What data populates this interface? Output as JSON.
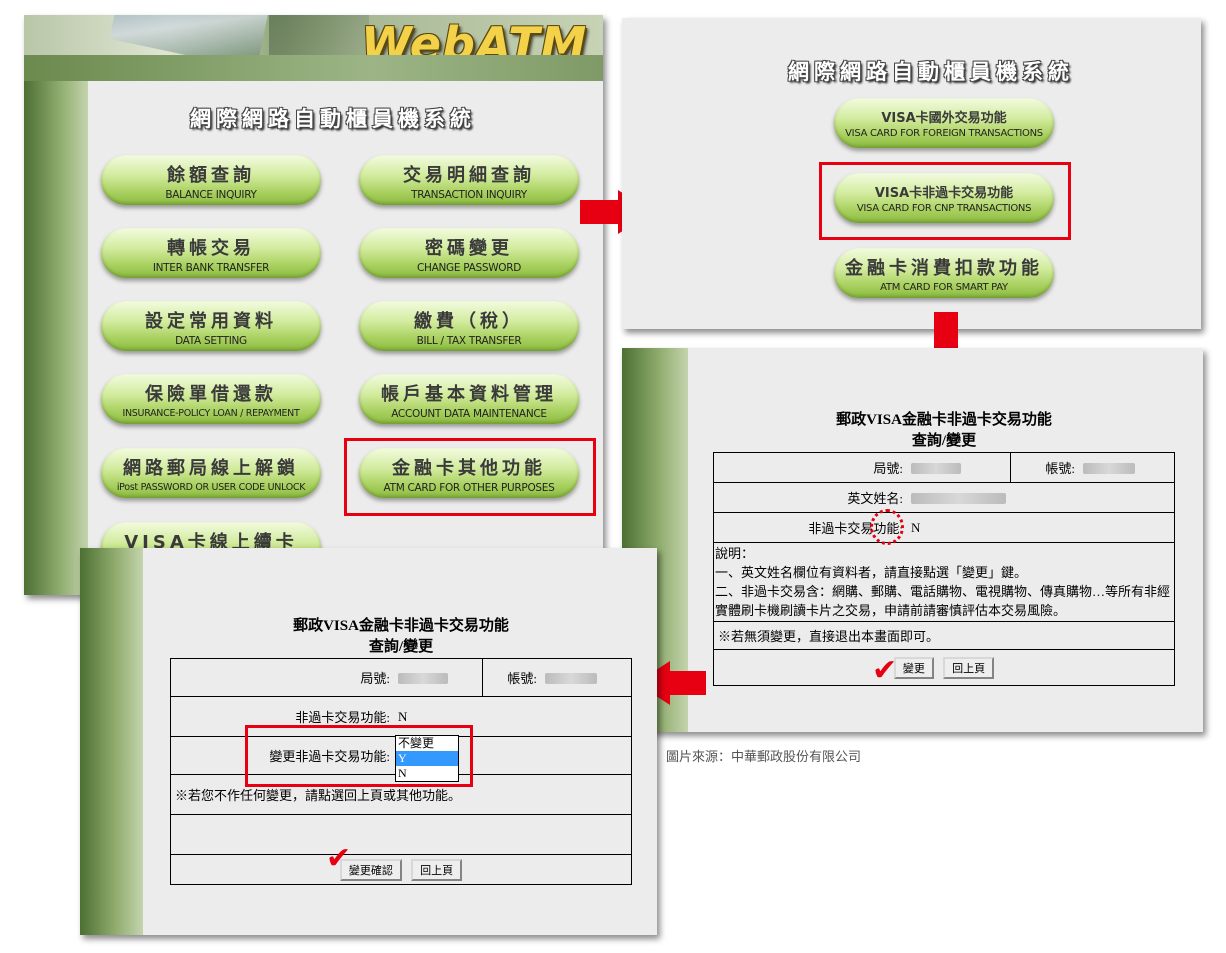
{
  "panel1": {
    "brand": "WebATM",
    "system_title": "網際網路自動櫃員機系統",
    "buttons": [
      {
        "zh": "餘額查詢",
        "en": "BALANCE INQUIRY"
      },
      {
        "zh": "交易明細查詢",
        "en": "TRANSACTION INQUIRY"
      },
      {
        "zh": "轉帳交易",
        "en": "INTER BANK TRANSFER"
      },
      {
        "zh": "密碼變更",
        "en": "CHANGE PASSWORD"
      },
      {
        "zh": "設定常用資料",
        "en": "DATA SETTING"
      },
      {
        "zh": "繳費（稅）",
        "en": "BILL / TAX TRANSFER"
      },
      {
        "zh": "保險單借還款",
        "en": "INSURANCE-POLICY LOAN / REPAYMENT"
      },
      {
        "zh": "帳戶基本資料管理",
        "en": "ACCOUNT DATA MAINTENANCE"
      },
      {
        "zh": "網路郵局線上解鎖",
        "en": "iPost PASSWORD OR USER CODE UNLOCK"
      },
      {
        "zh": "金融卡其他功能",
        "en": "ATM CARD FOR OTHER PURPOSES"
      },
      {
        "zh": "VISA卡線上續卡",
        "en": ""
      }
    ]
  },
  "panel2": {
    "system_title": "網際網路自動櫃員機系統",
    "buttons": [
      {
        "zh": "VISA卡國外交易功能",
        "en": "VISA CARD FOR FOREIGN TRANSACTIONS"
      },
      {
        "zh": "VISA卡非過卡交易功能",
        "en": "VISA  CARD FOR CNP TRANSACTIONS"
      },
      {
        "zh": "金融卡消費扣款功能",
        "en": "ATM CARD FOR SMART PAY"
      }
    ]
  },
  "panel3": {
    "title_line1": "郵政VISA金融卡非過卡交易功能",
    "title_line2": "查詢/變更",
    "branch_label": "局號:",
    "account_label": "帳號:",
    "name_label": "英文姓名:",
    "cnp_label": "非過卡交易功能:",
    "cnp_value": "N",
    "notes_heading": "說明：",
    "note1": "一、英文姓名欄位有資料者，請直接點選「變更」鍵。",
    "note2": "二、非過卡交易含：網購、郵購、電話購物、電視購物、傳真購物…等所有非經實體刷卡機刷讀卡片之交易，申請前請審慎評估本交易風險。",
    "note3": "※若無須變更，直接退出本畫面即可。",
    "change_button": "變更",
    "back_button": "回上頁"
  },
  "panel4": {
    "title_line1": "郵政VISA金融卡非過卡交易功能",
    "title_line2": "查詢/變更",
    "branch_label": "局號:",
    "account_label": "帳號:",
    "cnp_label": "非過卡交易功能:",
    "cnp_value": "N",
    "change_label": "變更非過卡交易功能:",
    "options": [
      "不變更",
      "Y",
      "N"
    ],
    "selected_option": "Y",
    "note": "※若您不作任何變更，請點選回上頁或其他功能。",
    "confirm_button": "變更確認",
    "back_button": "回上頁"
  },
  "source_caption": "圖片來源：中華郵政股份有限公司",
  "colors": {
    "highlight": "#e60012",
    "pill_green": "#a8d05e",
    "sidebar_green": "#4c6f33",
    "selected_option": "#3399ff"
  }
}
